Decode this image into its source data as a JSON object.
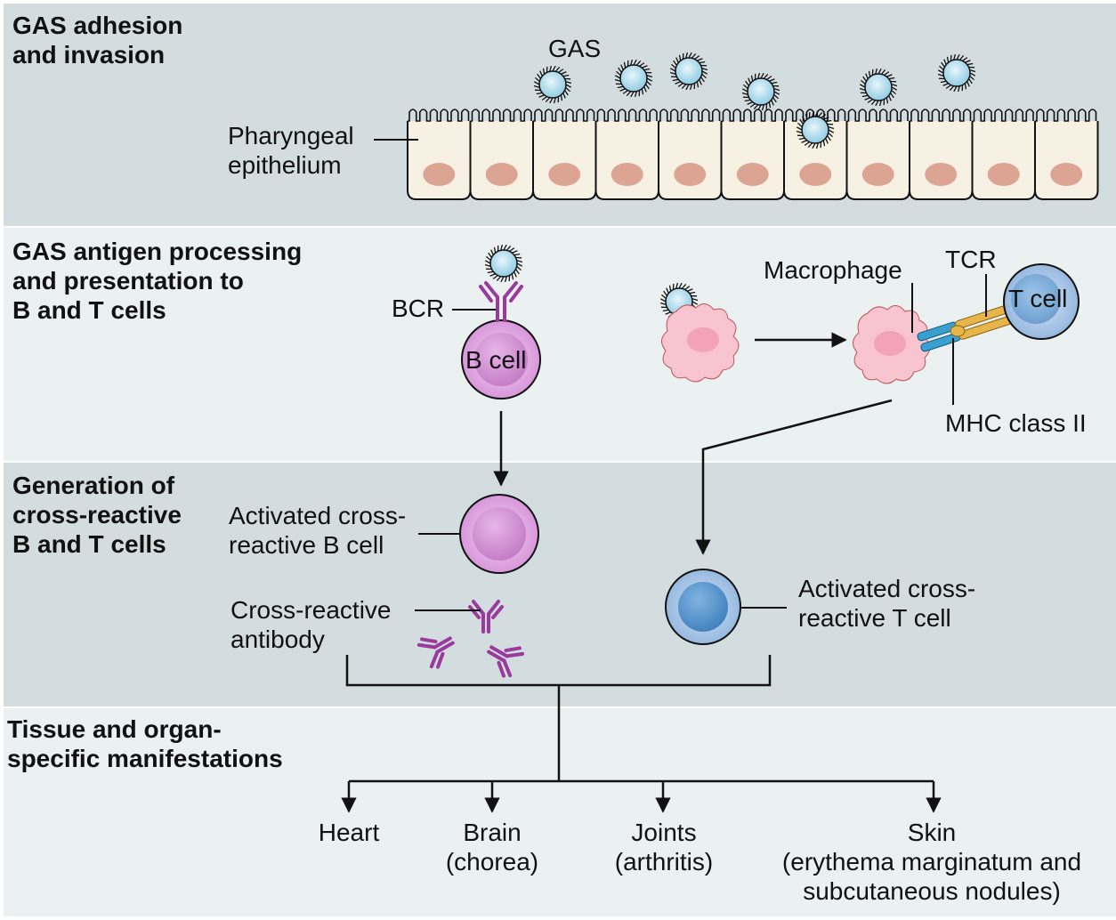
{
  "sections": {
    "adhesion": {
      "title": "GAS adhesion\nand invasion"
    },
    "processing": {
      "title": "GAS antigen processing\nand presentation to\nB and T cells"
    },
    "generation": {
      "title": "Generation of\ncross-reactive\nB and T cells"
    },
    "manifestations": {
      "title": "Tissue and organ-\nspecific manifestations"
    }
  },
  "labels": {
    "gas": "GAS",
    "pharyngeal": "Pharyngeal\nepithelium",
    "bcr": "BCR",
    "b_cell": "B cell",
    "macrophage": "Macrophage",
    "tcr": "TCR",
    "t_cell": "T cell",
    "mhc": "MHC class II",
    "activated_b": "Activated cross-\nreactive B cell",
    "antibody": "Cross-reactive\nantibody",
    "activated_t": "Activated cross-\nreactive T cell"
  },
  "outcomes": [
    {
      "label": "Heart"
    },
    {
      "label": "Brain\n(chorea)"
    },
    {
      "label": "Joints\n(arthritis)"
    },
    {
      "label": "Skin\n(erythema marginatum and\nsubcutaneous nodules)"
    }
  ],
  "colors": {
    "band_dark": "#d3dde0",
    "band_light": "#ebf0f1",
    "epithelium_fill": "#f7f1e3",
    "nucleus": "#dca493",
    "bacterium": "#bfe2f0",
    "b_cell": "#e9b5e9",
    "antibody": "#9a3a9d",
    "macrophage": "#f8c4d0",
    "t_cell": "#9dbfe6",
    "tcr": "#e8b54a",
    "mhc": "#3aa0cf"
  }
}
